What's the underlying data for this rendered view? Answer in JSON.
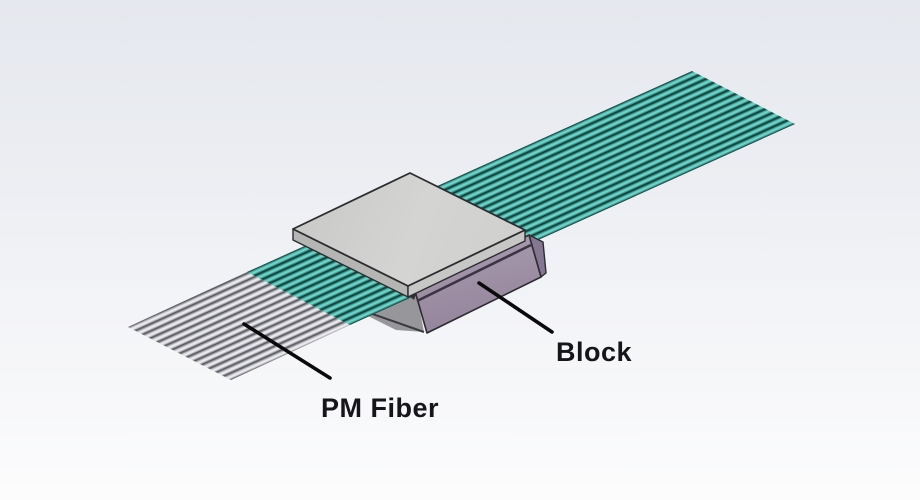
{
  "scene": {
    "type": "3d-cad-render",
    "description": "Isometric CAD rendering of a PM fiber ribbon passing through a fiber-array block (base with lid)",
    "fiber_count": 14,
    "labels": [
      {
        "id": "pm-fiber",
        "text": "PM Fiber"
      },
      {
        "id": "block",
        "text": "Block"
      }
    ],
    "colors": {
      "fiber_jacket_teal": "#4fb6ab",
      "fiber_jacket_highlight": "#79ded4",
      "bare_fiber_light": "#f4f4f6",
      "bare_fiber_shadow": "#4f4f57",
      "lid_gray": "#d1d1cf",
      "base_mauve": "#9c8da3",
      "base_shadow_gray": "#97979b",
      "edge_outline": "#2c2c30",
      "leader_line": "#0a0a0a",
      "label_text": "#15151a",
      "background_top": "#e5e8ee",
      "background_bottom": "#fcfcfd"
    }
  }
}
